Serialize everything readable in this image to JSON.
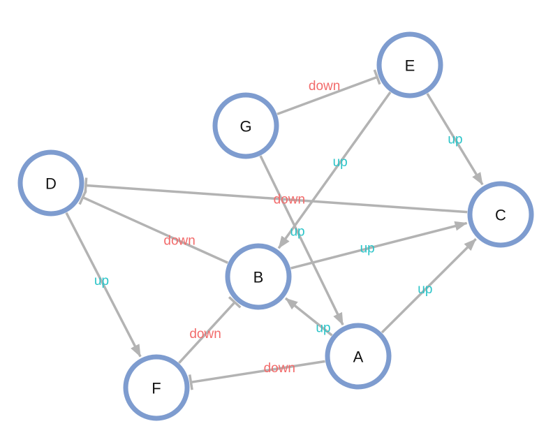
{
  "colors": {
    "node_stroke": "#7e9ccf",
    "edge": "#b3b3b3",
    "up_label": "#2bc4c8",
    "down_label": "#f26b6b"
  },
  "nodes": [
    {
      "id": "E",
      "label": "E"
    },
    {
      "id": "G",
      "label": "G"
    },
    {
      "id": "D",
      "label": "D"
    },
    {
      "id": "C",
      "label": "C"
    },
    {
      "id": "B",
      "label": "B"
    },
    {
      "id": "A",
      "label": "A"
    },
    {
      "id": "F",
      "label": "F"
    }
  ],
  "edges": [
    {
      "source": "G",
      "target": "E",
      "label": "down",
      "kind": "inhibit"
    },
    {
      "source": "E",
      "target": "C",
      "label": "up",
      "kind": "arrow"
    },
    {
      "source": "E",
      "target": "B",
      "label": "up",
      "kind": "arrow"
    },
    {
      "source": "G",
      "target": "A",
      "label": "up",
      "kind": "arrow"
    },
    {
      "source": "C",
      "target": "D",
      "label": "down",
      "kind": "inhibit"
    },
    {
      "source": "B",
      "target": "D",
      "label": "down",
      "kind": "inhibit"
    },
    {
      "source": "B",
      "target": "C",
      "label": "up",
      "kind": "arrow"
    },
    {
      "source": "D",
      "target": "F",
      "label": "up",
      "kind": "arrow"
    },
    {
      "source": "A",
      "target": "C",
      "label": "up",
      "kind": "arrow"
    },
    {
      "source": "A",
      "target": "B",
      "label": "up",
      "kind": "arrow"
    },
    {
      "source": "F",
      "target": "B",
      "label": "down",
      "kind": "inhibit"
    },
    {
      "source": "A",
      "target": "F",
      "label": "down",
      "kind": "inhibit"
    }
  ]
}
